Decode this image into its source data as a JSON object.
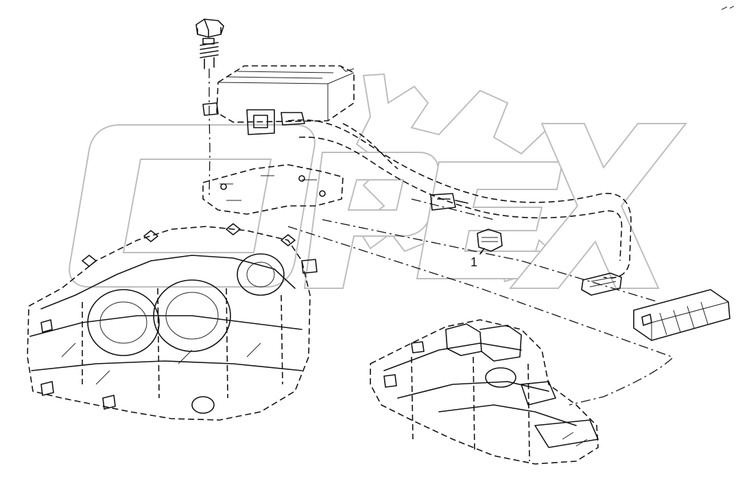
{
  "callouts": [
    {
      "id": "callout-1",
      "text": "1"
    }
  ],
  "watermark": {
    "text": "OPEX",
    "color": "#bdbdbd"
  },
  "line_color": "#111111",
  "background": "#ffffff"
}
